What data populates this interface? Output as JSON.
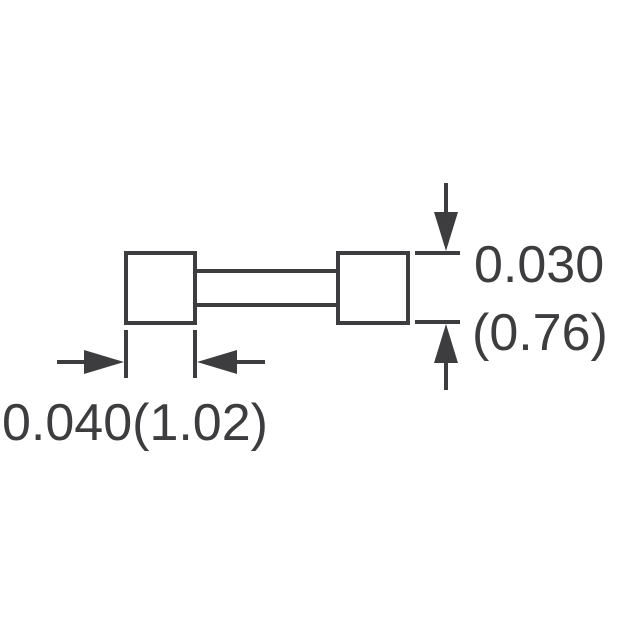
{
  "dimensions": {
    "width_label": "0.040(1.02)",
    "height_label_in": "0.030",
    "height_label_mm": "(0.76)"
  },
  "colors": {
    "stroke": "#3d3d3f",
    "background": "#ffffff"
  }
}
